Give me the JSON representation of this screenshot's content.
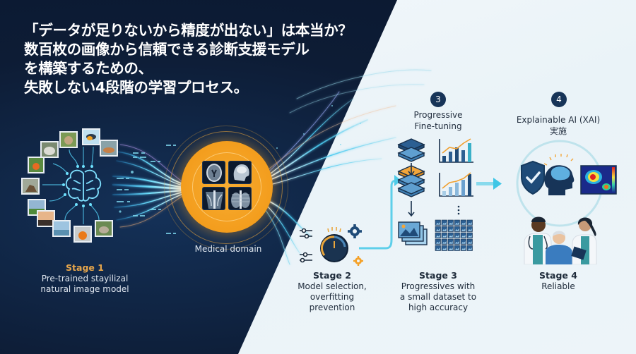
{
  "headline": {
    "lines": [
      "「データが足りないから精度が出ない」は本当か？",
      "数百枚の画像から信頼できる診断支援モデル",
      "を構築するための、",
      "失敗しない4段階の学習プロセス。"
    ]
  },
  "colors": {
    "dark_bg": "#0d1c35",
    "light_bg": "#eef5f9",
    "accent_orange": "#f39d1d",
    "accent_cyan": "#3fc6e6",
    "navy": "#173458",
    "stage1_label": "#e7a64b"
  },
  "stages": [
    {
      "number": "1",
      "label": "Stage 1",
      "description_lines": [
        "Pre-trained stayilizal",
        "natural image model"
      ],
      "icons": [
        "brain-circuit-icon",
        "natural-image-thumbnails"
      ]
    },
    {
      "number": "",
      "label": "Medical domain",
      "icons": [
        "brain-ct-icon",
        "head-mri-icon",
        "spine-xray-icon",
        "chest-xray-icon"
      ]
    },
    {
      "number": "2",
      "label": "Stage 2",
      "description_lines": [
        "Model selection,",
        "overfitting",
        "prevention"
      ],
      "icons": [
        "slider-icon",
        "dial-knob-icon",
        "gear-icon"
      ]
    },
    {
      "number": "3",
      "title_lines": [
        "Progressive",
        "Fine-tuning"
      ],
      "label": "Stage 3",
      "description_lines": [
        "Progressives with",
        "a small dataset to",
        "high accuracy"
      ],
      "icons": [
        "layer-stack-icon",
        "bar-chart-growth-icon",
        "image-stack-icon",
        "image-grid-icon"
      ]
    },
    {
      "number": "4",
      "title_lines": [
        "Explainable AI (XAI)",
        "実施"
      ],
      "label": "Stage 4",
      "description_lines": [
        "Reliable"
      ],
      "icons": [
        "shield-check-icon",
        "head-brain-icon",
        "heatmap-icon",
        "doctors-patient-illustration"
      ]
    }
  ]
}
